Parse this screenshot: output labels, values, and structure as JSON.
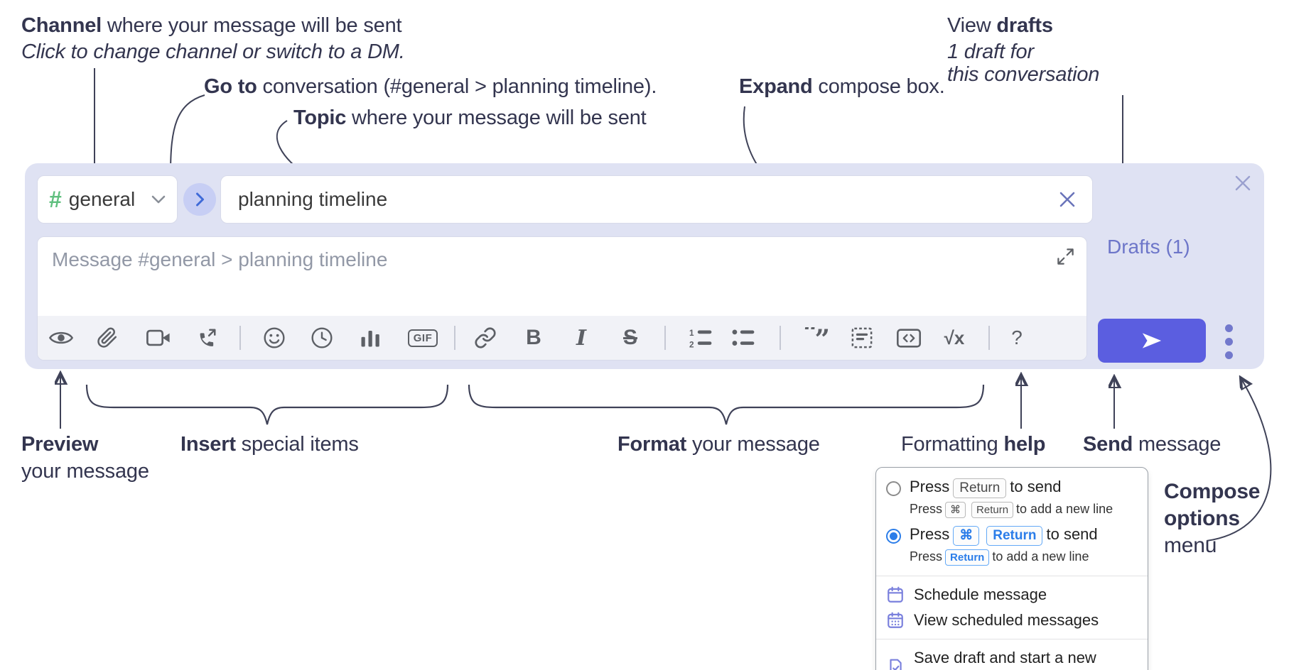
{
  "colors": {
    "compose_bg": "#dfe2f3",
    "send_button": "#5b5ee0",
    "drafts_link": "#6d76c9",
    "hash_green": "#5fbf7e",
    "goto_circle_bg": "#c7cef4",
    "goto_chevron": "#3f6ad8",
    "radio_selected": "#2b7de9",
    "menu_icon_purple": "#7a80dd",
    "annotation_text": "#33354f",
    "toolbar_icon": "#5d6066"
  },
  "annotations": {
    "channel": {
      "bold": "Channel",
      "rest": " where your message will be sent",
      "line2": "Click to change channel or switch to a DM."
    },
    "goto": {
      "bold": "Go to",
      "rest": " conversation (#general > planning timeline)."
    },
    "topic": {
      "bold": "Topic",
      "rest": " where your message will be sent"
    },
    "expand": {
      "bold": "Expand",
      "rest": " compose box."
    },
    "view_drafts": {
      "pre": "View ",
      "bold": "drafts",
      "line2": "1 draft for",
      "line3": "this conversation"
    },
    "preview": {
      "bold": "Preview",
      "line2": "your message"
    },
    "insert": {
      "bold": "Insert",
      "rest": " special items"
    },
    "format": {
      "bold": "Format",
      "rest": " your message"
    },
    "formatting_help": {
      "pre": "Formatting ",
      "bold": "help"
    },
    "send": {
      "bold": "Send",
      "rest": " message"
    },
    "compose_options": {
      "line1": "Compose",
      "line2": "options",
      "line3": "menu"
    }
  },
  "compose": {
    "channel_hash": "#",
    "channel_name": "general",
    "topic_value": "planning timeline",
    "message_placeholder": "Message #general > planning timeline",
    "drafts_link": "Drafts (1)"
  },
  "toolbar": {
    "gif": "GIF",
    "bold": "B",
    "italic": "I",
    "strike": "S",
    "math": "√x",
    "help": "?",
    "ol_digit1": "1",
    "ol_digit2": "2",
    "quote_open": "“",
    "quote_close": "”"
  },
  "menu": {
    "options": [
      {
        "selected": false,
        "main_pre": "Press",
        "main_key1": "Return",
        "main_post": "to send",
        "sub_pre": "Press",
        "sub_key1": "⌘",
        "sub_key2": "Return",
        "sub_post": "to add a new line"
      },
      {
        "selected": true,
        "main_pre": "Press",
        "main_key1": "⌘",
        "main_key2": "Return",
        "main_post": "to send",
        "sub_pre": "Press",
        "sub_key1": "Return",
        "sub_post": "to add a new line"
      }
    ],
    "items": [
      {
        "label": "Schedule message"
      },
      {
        "label": "View scheduled messages"
      },
      {
        "label": "Save draft and start a new message"
      }
    ]
  }
}
